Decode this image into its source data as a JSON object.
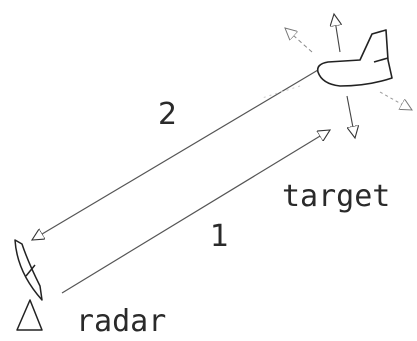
{
  "labels": {
    "path_return": "2",
    "path_outgoing": "1",
    "target": "target",
    "radar": "radar"
  }
}
